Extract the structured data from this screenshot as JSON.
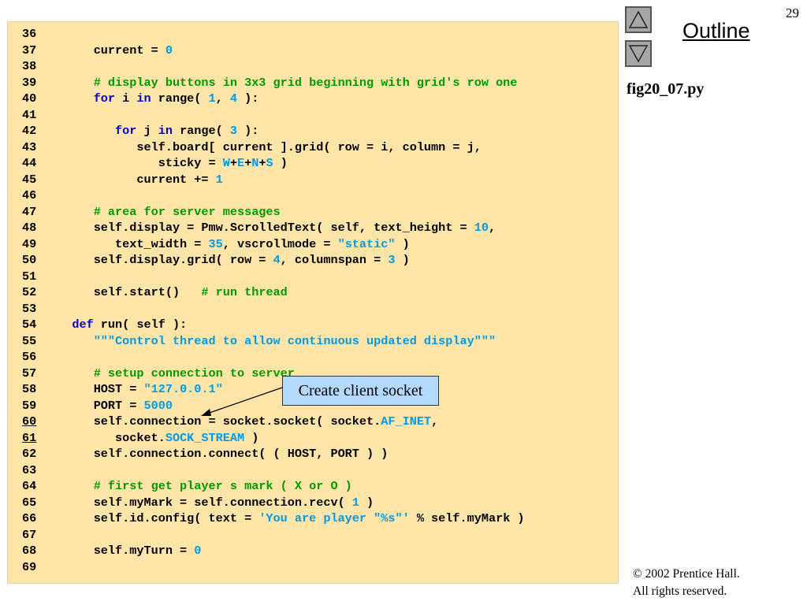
{
  "slide": {
    "page_number": "29",
    "outline_label": "Outline",
    "file_name": "fig20_07.py",
    "callout_text": "Create client socket",
    "copyright_line1": "© 2002 Prentice Hall.",
    "copyright_line2": "All rights reserved.",
    "nav": {
      "up_icon": "triangle-up-icon",
      "down_icon": "triangle-down-icon"
    }
  },
  "colors": {
    "panel_bg": "#ffe6a8",
    "keyword": "#0000cc",
    "literal": "#0099e6",
    "comment": "#009900",
    "callout_bg": "#b3d9ff"
  },
  "code": [
    {
      "n": "36",
      "u": false,
      "ind": "",
      "tokens": []
    },
    {
      "n": "37",
      "u": false,
      "ind": "      ",
      "tokens": [
        [
          "tx",
          "current = "
        ],
        [
          "num",
          "0"
        ]
      ]
    },
    {
      "n": "38",
      "u": false,
      "ind": "",
      "tokens": []
    },
    {
      "n": "39",
      "u": false,
      "ind": "      ",
      "tokens": [
        [
          "cm",
          "# display buttons in 3x3 grid beginning with grid's row one"
        ]
      ]
    },
    {
      "n": "40",
      "u": false,
      "ind": "      ",
      "tokens": [
        [
          "kw",
          "for"
        ],
        [
          "tx",
          " i "
        ],
        [
          "kw",
          "in"
        ],
        [
          "tx",
          " range( "
        ],
        [
          "num",
          "1"
        ],
        [
          "tx",
          ", "
        ],
        [
          "num",
          "4"
        ],
        [
          "tx",
          " ):"
        ]
      ]
    },
    {
      "n": "41",
      "u": false,
      "ind": "",
      "tokens": []
    },
    {
      "n": "42",
      "u": false,
      "ind": "         ",
      "tokens": [
        [
          "kw",
          "for"
        ],
        [
          "tx",
          " j "
        ],
        [
          "kw",
          "in"
        ],
        [
          "tx",
          " range( "
        ],
        [
          "num",
          "3"
        ],
        [
          "tx",
          " ):"
        ]
      ]
    },
    {
      "n": "43",
      "u": false,
      "ind": "            ",
      "tokens": [
        [
          "tx",
          "self.board[ current ].grid( row = i, column = j,"
        ]
      ]
    },
    {
      "n": "44",
      "u": false,
      "ind": "               ",
      "tokens": [
        [
          "tx",
          "sticky = "
        ],
        [
          "id",
          "W"
        ],
        [
          "tx",
          "+"
        ],
        [
          "id",
          "E"
        ],
        [
          "tx",
          "+"
        ],
        [
          "id",
          "N"
        ],
        [
          "tx",
          "+"
        ],
        [
          "id",
          "S"
        ],
        [
          "tx",
          " )"
        ]
      ]
    },
    {
      "n": "45",
      "u": false,
      "ind": "            ",
      "tokens": [
        [
          "tx",
          "current += "
        ],
        [
          "num",
          "1"
        ]
      ]
    },
    {
      "n": "46",
      "u": false,
      "ind": "",
      "tokens": []
    },
    {
      "n": "47",
      "u": false,
      "ind": "      ",
      "tokens": [
        [
          "cm",
          "# area for server messages"
        ]
      ]
    },
    {
      "n": "48",
      "u": false,
      "ind": "      ",
      "tokens": [
        [
          "tx",
          "self.display = Pmw.ScrolledText( self, text_height = "
        ],
        [
          "num",
          "10"
        ],
        [
          "tx",
          ","
        ]
      ]
    },
    {
      "n": "49",
      "u": false,
      "ind": "         ",
      "tokens": [
        [
          "tx",
          "text_width = "
        ],
        [
          "num",
          "35"
        ],
        [
          "tx",
          ", vscrollmode = "
        ],
        [
          "str",
          "\"static\""
        ],
        [
          "tx",
          " )"
        ]
      ]
    },
    {
      "n": "50",
      "u": false,
      "ind": "      ",
      "tokens": [
        [
          "tx",
          "self.display.grid( row = "
        ],
        [
          "num",
          "4"
        ],
        [
          "tx",
          ", columnspan = "
        ],
        [
          "num",
          "3"
        ],
        [
          "tx",
          " )"
        ]
      ]
    },
    {
      "n": "51",
      "u": false,
      "ind": "",
      "tokens": []
    },
    {
      "n": "52",
      "u": false,
      "ind": "      ",
      "tokens": [
        [
          "tx",
          "self.start()   "
        ],
        [
          "cm",
          "# run thread"
        ]
      ]
    },
    {
      "n": "53",
      "u": false,
      "ind": "",
      "tokens": []
    },
    {
      "n": "54",
      "u": false,
      "ind": "   ",
      "tokens": [
        [
          "kw",
          "def"
        ],
        [
          "tx",
          " run( self ):"
        ]
      ]
    },
    {
      "n": "55",
      "u": false,
      "ind": "      ",
      "tokens": [
        [
          "str",
          "\"\"\"Control thread to allow continuous updated display\"\"\""
        ]
      ]
    },
    {
      "n": "56",
      "u": false,
      "ind": "",
      "tokens": []
    },
    {
      "n": "57",
      "u": false,
      "ind": "      ",
      "tokens": [
        [
          "cm",
          "# setup connection to server"
        ]
      ]
    },
    {
      "n": "58",
      "u": false,
      "ind": "      ",
      "tokens": [
        [
          "tx",
          "HOST = "
        ],
        [
          "str",
          "\"127.0.0.1\""
        ]
      ]
    },
    {
      "n": "59",
      "u": false,
      "ind": "      ",
      "tokens": [
        [
          "tx",
          "PORT = "
        ],
        [
          "num",
          "5000"
        ]
      ]
    },
    {
      "n": "60",
      "u": true,
      "ind": "      ",
      "tokens": [
        [
          "tx",
          "self.connection = socket.socket( socket."
        ],
        [
          "id",
          "AF_INET"
        ],
        [
          "tx",
          ","
        ]
      ]
    },
    {
      "n": "61",
      "u": true,
      "ind": "         ",
      "tokens": [
        [
          "tx",
          "socket."
        ],
        [
          "id",
          "SOCK_STREAM"
        ],
        [
          "tx",
          " )"
        ]
      ]
    },
    {
      "n": "62",
      "u": false,
      "ind": "      ",
      "tokens": [
        [
          "tx",
          "self.connection.connect( ( HOST, PORT ) )"
        ]
      ]
    },
    {
      "n": "63",
      "u": false,
      "ind": "",
      "tokens": []
    },
    {
      "n": "64",
      "u": false,
      "ind": "      ",
      "tokens": [
        [
          "cm",
          "# first get player s mark ( X or O )"
        ]
      ]
    },
    {
      "n": "65",
      "u": false,
      "ind": "      ",
      "tokens": [
        [
          "tx",
          "self.myMark = self.connection.recv( "
        ],
        [
          "num",
          "1"
        ],
        [
          "tx",
          " )"
        ]
      ]
    },
    {
      "n": "66",
      "u": false,
      "ind": "      ",
      "tokens": [
        [
          "tx",
          "self.id.config( text = "
        ],
        [
          "str",
          "'You are player \"%s\"'"
        ],
        [
          "tx",
          " % self.myMark )"
        ]
      ]
    },
    {
      "n": "67",
      "u": false,
      "ind": "",
      "tokens": []
    },
    {
      "n": "68",
      "u": false,
      "ind": "      ",
      "tokens": [
        [
          "tx",
          "self.myTurn = "
        ],
        [
          "num",
          "0"
        ]
      ]
    },
    {
      "n": "69",
      "u": false,
      "ind": "",
      "tokens": []
    }
  ]
}
